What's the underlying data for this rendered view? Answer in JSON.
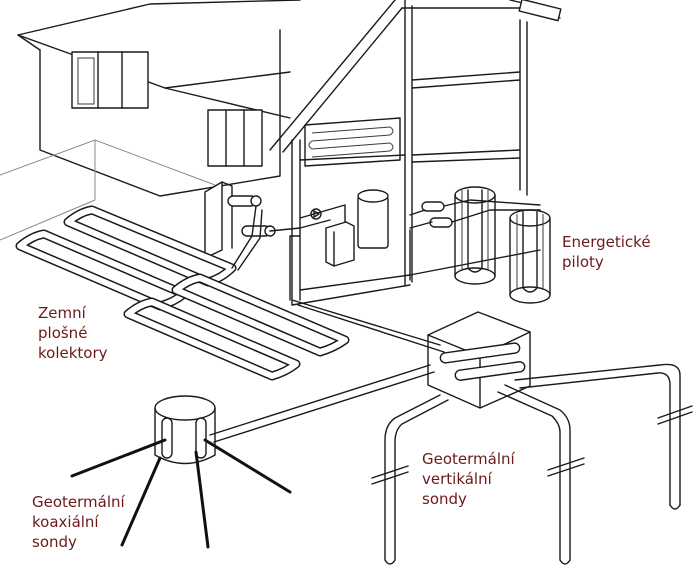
{
  "labels": {
    "energeticke_piloty": [
      "Energetické",
      "piloty"
    ],
    "zemni_kolektory": [
      "Zemní",
      "plošné",
      "kolektory"
    ],
    "vertikalni_sondy": [
      "Geotermální",
      "vertikální",
      "sondy"
    ],
    "koaxialni_sondy": [
      "Geotermální",
      "koaxiální",
      "sondy"
    ]
  },
  "colors": {
    "label": "#6b1a1a",
    "line": "#1a1a1a",
    "background": "#ffffff"
  }
}
